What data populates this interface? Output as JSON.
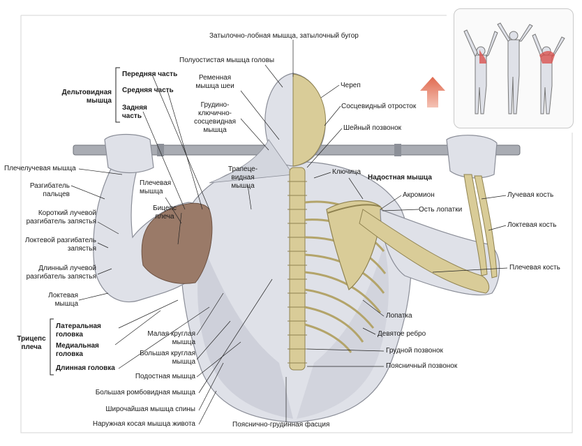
{
  "labels": {
    "occipito_frontalis": "Затылочно-лобная мышца, затылочный бугор",
    "semispinalis_capitis": "Полуостистая мышца головы",
    "splenius_l1": "Ременная",
    "splenius_l2": "мышца шеи",
    "scm_l1": "Грудино-",
    "scm_l2": "ключично-",
    "scm_l3": "сосцевидная",
    "scm_l4": "мышца",
    "skull": "Череп",
    "mastoid": "Сосцевидный отросток",
    "cervical_vertebra": "Шейный позвонок",
    "deltoid_title_l1": "Дельтовидная",
    "deltoid_title_l2": "мышца",
    "deltoid_front": "Передняя часть",
    "deltoid_middle": "Средняя часть",
    "deltoid_rear_l1": "Задняя",
    "deltoid_rear_l2": "часть",
    "brachioradialis": "Плечелучевая мышца",
    "extensor_fingers_l1": "Разгибатель",
    "extensor_fingers_l2": "пальцев",
    "ecrb_l1": "Короткий лучевой",
    "ecrb_l2": "разгибатель запястья",
    "ecu_l1": "Локтевой разгибатель",
    "ecu_l2": "запястья",
    "ecrl_l1": "Длинный лучевой",
    "ecrl_l2": "разгибатель запястья",
    "anconeus_l1": "Локтевая",
    "anconeus_l2": "мышца",
    "brachialis_l1": "Плечевая",
    "brachialis_l2": "мышца",
    "biceps_l1": "Бицепс",
    "biceps_l2": "плеча",
    "trapezius_l1": "Трапеце-",
    "trapezius_l2": "видная",
    "trapezius_l3": "мышца",
    "clavicle": "Ключица",
    "supraspinatus": "Надостная мышца",
    "acromion": "Акромион",
    "scapular_spine": "Ость лопатки",
    "radius": "Лучевая кость",
    "ulna": "Локтевая кость",
    "humerus": "Плечевая кость",
    "scapula": "Лопатка",
    "ninth_rib": "Девятое ребро",
    "thoracic_vertebra": "Грудной позвонок",
    "lumbar_vertebra": "Поясничный позвонок",
    "triceps_title_l1": "Трицепс",
    "triceps_title_l2": "плеча",
    "triceps_lateral_l1": "Латеральная",
    "triceps_lateral_l2": "головка",
    "triceps_medial_l1": "Медиальная",
    "triceps_medial_l2": "головка",
    "triceps_long": "Длинная головка",
    "teres_minor_l1": "Малая круглая",
    "teres_minor_l2": "мышца",
    "teres_major_l1": "Большая круглая",
    "teres_major_l2": "мышца",
    "infraspinatus": "Подостная мышца",
    "rhomboid_major": "Большая ромбовидная мышца",
    "latissimus": "Широчайшая мышца спины",
    "external_oblique": "Наружная косая мышца живота",
    "thoracolumbar_fascia": "Пояснично-грудинная фасция"
  },
  "colors": {
    "muscle": "#dfe1e8",
    "muscle_shade": "#b9bcc8",
    "deltoid": "#9a7a68",
    "bone": "#d9cc98",
    "bone_shade": "#b3a46a",
    "bar": "#a9acb3",
    "arrow": "#e06a50",
    "leader": "#222222",
    "highlight": "#d9534f"
  },
  "icons": {
    "direction_arrow": "up-arrow-icon",
    "mini_figures": "exercise-figures-icon"
  }
}
